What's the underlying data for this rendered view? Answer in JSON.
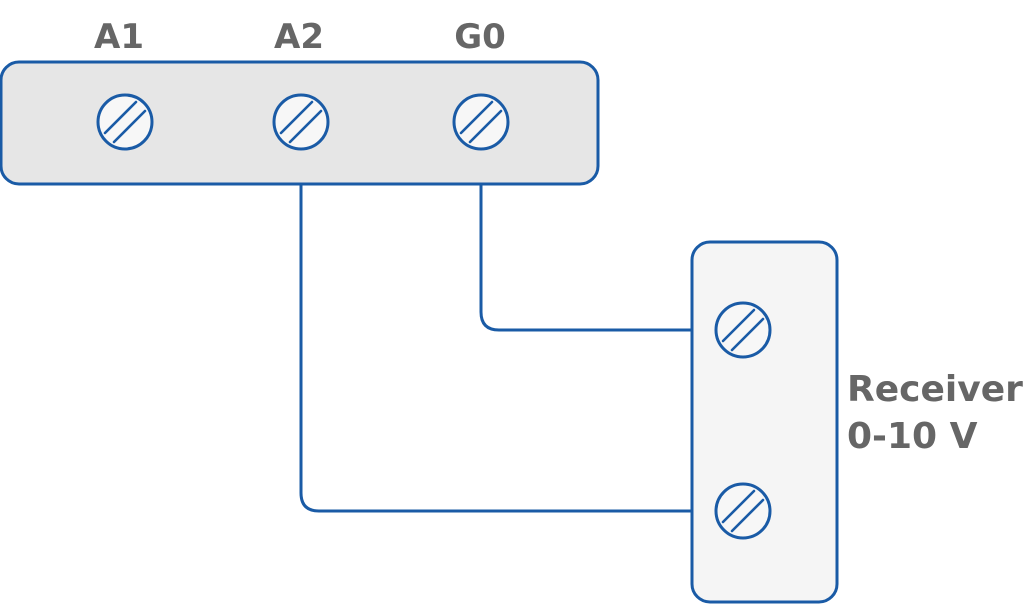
{
  "terminal_block": {
    "terminals": [
      {
        "label": "A1"
      },
      {
        "label": "A2"
      },
      {
        "label": "G0"
      }
    ]
  },
  "receiver": {
    "label_line1": "Receiver",
    "label_line2": "0-10 V"
  },
  "colors": {
    "outline": "#1a5ba6",
    "terminal_block_fill": "#e6e6e6",
    "receiver_fill": "#f5f5f5",
    "screw_fill": "#f7f7f7",
    "label_text": "#666666"
  },
  "icons": {
    "screw": "slotted-screw-icon"
  }
}
